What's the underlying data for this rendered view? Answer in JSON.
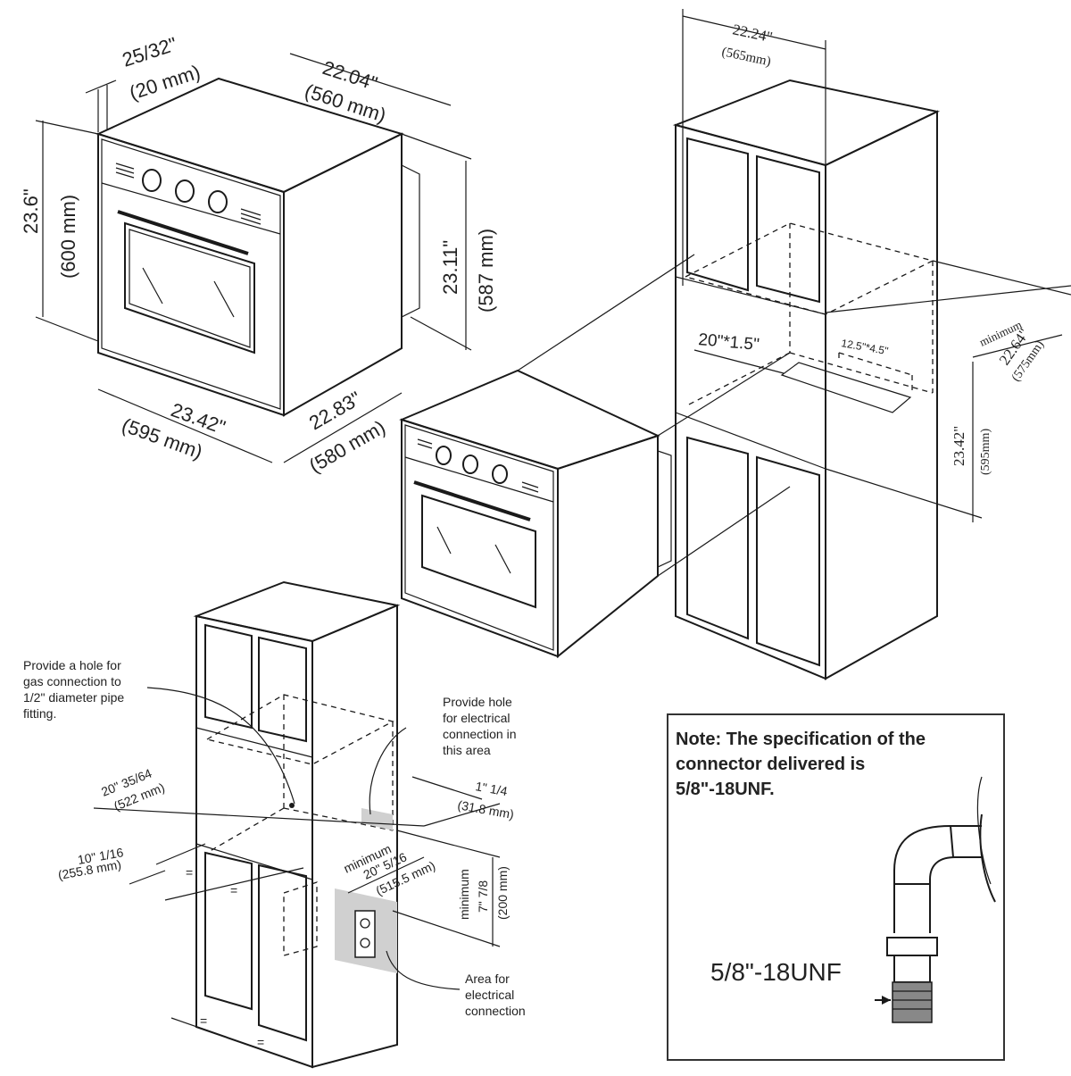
{
  "oven_dims": {
    "flange": "25/32\"",
    "flange_mm": "(20 mm)",
    "top_width": "22.04\"",
    "top_width_mm": "(560 mm)",
    "height": "23.6\"",
    "height_mm": "(600 mm)",
    "body_height": "23.11\"",
    "body_height_mm": "(587 mm)",
    "front_width": "23.42\"",
    "front_width_mm": "(595 mm)",
    "depth": "22.83\"",
    "depth_mm": "(580 mm)"
  },
  "cabinet_dims": {
    "width": "22.24\"",
    "width_mm": "(565mm)",
    "cutout": "20\"*1.5\"",
    "vent": "12.5\"*4.5\"",
    "min_label": "minimum",
    "depth": "22.64\"",
    "depth_mm": "(575mm)",
    "height": "23.42\"",
    "height_mm": "(595mm)"
  },
  "install": {
    "gas_note": [
      "Provide a hole for",
      "gas connection to",
      "1/2\" diameter pipe",
      "fitting."
    ],
    "elec_note": [
      "Provide hole",
      "for electrical",
      "connection in",
      "this area"
    ],
    "area_note": [
      "Area for",
      "electrical",
      "connection"
    ],
    "dim_522": "20\" 35/64",
    "dim_522_mm": "(522 mm)",
    "dim_318": "1\" 1/4",
    "dim_318_mm": "(31.8 mm)",
    "dim_2558": "10\" 1/16",
    "dim_2558_mm": "(255.8 mm)",
    "min_label": "minimum",
    "dim_5155": "20\" 5/16",
    "dim_5155_mm": "(515.5 mm)",
    "dim_200_min": "minimum",
    "dim_200": "7\" 7/8",
    "dim_200_mm": "(200 mm)",
    "equal": "="
  },
  "note": {
    "lines": [
      "Note: The specification of the",
      "connector delivered is",
      "5/8\"-18UNF."
    ],
    "thread_label": "5/8\"-18UNF"
  }
}
